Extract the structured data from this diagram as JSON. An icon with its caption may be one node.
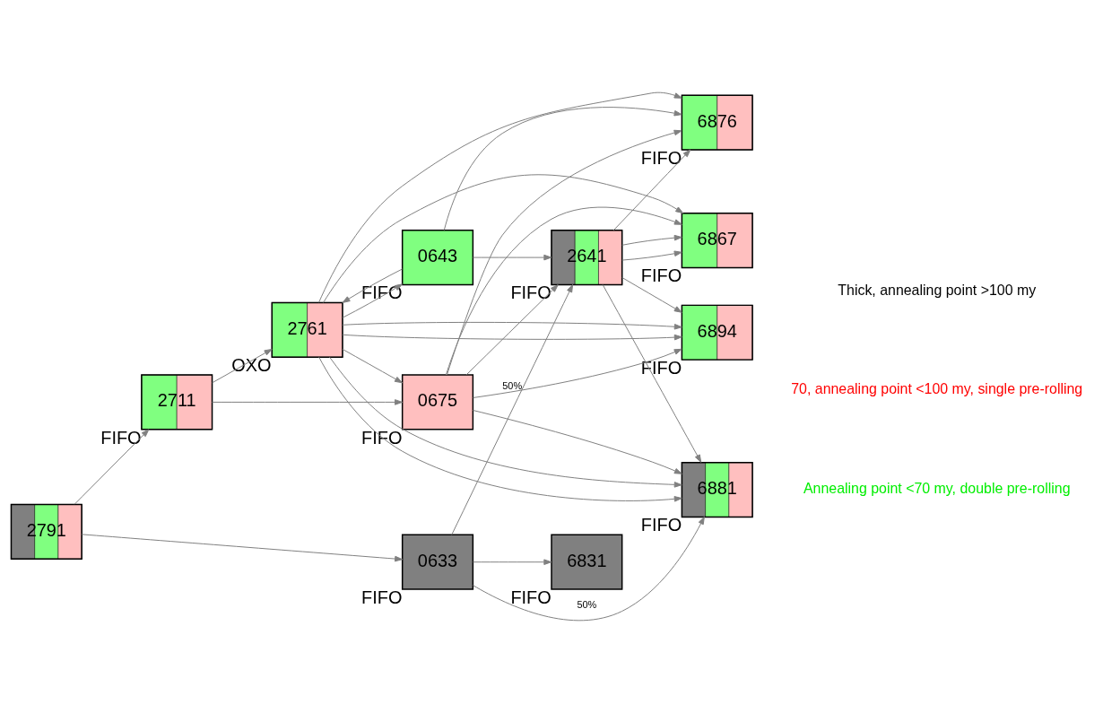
{
  "diagram": {
    "nodes": [
      {
        "text": [
          "0675"
        ],
        "beside": [
          "FIFO"
        ]
      },
      {
        "text": [
          "6894"
        ],
        "beside": [
          "FIFO"
        ]
      },
      {
        "text": [
          "6881"
        ],
        "beside": [
          "FIFO"
        ]
      },
      {
        "text": [
          "2791"
        ]
      },
      {
        "text": [
          "0633"
        ],
        "beside": [
          "FIFO"
        ]
      },
      {
        "text": [
          "2641"
        ],
        "beside": [
          "FIFO"
        ]
      },
      {
        "text": [
          "6867"
        ],
        "beside": [
          "FIFO"
        ]
      },
      {
        "text": [
          "0643"
        ],
        "beside": [
          "FIFO"
        ]
      },
      {
        "text": [
          "6876"
        ],
        "beside": [
          "FIFO"
        ]
      },
      {
        "text": [
          "2711"
        ],
        "beside": [
          "FIFO"
        ]
      },
      {
        "text": [
          "2761"
        ],
        "beside": [
          "OXO"
        ]
      },
      {
        "text": [
          "6831"
        ],
        "beside": [
          "FIFO"
        ]
      }
    ],
    "edges": [
      {
        "from": 3,
        "to": 4,
        "arrow": "to"
      },
      {
        "from": 3,
        "to": 9,
        "arrow": "to"
      },
      {
        "from": 9,
        "to": 0,
        "arrow": "to"
      },
      {
        "from": 10,
        "to": 0,
        "arrow": "to"
      },
      {
        "from": 7,
        "to": 10,
        "arrow": "to"
      },
      {
        "from": 9,
        "to": 10,
        "arrow": "to"
      },
      {
        "from": 10,
        "to": 7,
        "arrow": "to"
      },
      {
        "from": 0,
        "to": 5,
        "arrow": "to"
      },
      {
        "from": 4,
        "to": 5,
        "arrow": "to",
        "label": "50%"
      },
      {
        "from": 7,
        "to": 5,
        "arrow": "to"
      },
      {
        "from": 4,
        "to": 2,
        "arrow": "to",
        "label": "50%"
      },
      {
        "from": 4,
        "to": 11,
        "arrow": "to"
      },
      {
        "from": 7,
        "to": 8,
        "arrow": "to"
      },
      {
        "from": 5,
        "to": 6,
        "arrow": "to"
      },
      {
        "from": 10,
        "to": 1,
        "arrow": "to"
      },
      {
        "from": 10,
        "to": 2,
        "arrow": "to"
      },
      {
        "from": 0,
        "to": 1,
        "arrow": "to"
      },
      {
        "from": 0,
        "to": 2,
        "arrow": "to"
      },
      {
        "from": 0,
        "to": 6,
        "arrow": "to"
      },
      {
        "from": 0,
        "to": 8,
        "arrow": "to"
      },
      {
        "from": 5,
        "to": 1,
        "arrow": "to"
      },
      {
        "from": 5,
        "to": 2,
        "arrow": "to"
      },
      {
        "from": 5,
        "to": 6,
        "arrow": "to"
      },
      {
        "from": 5,
        "to": 8,
        "arrow": "to"
      },
      {
        "from": 10,
        "to": 1,
        "arrow": "to"
      },
      {
        "from": 10,
        "to": 2,
        "arrow": "to"
      },
      {
        "from": 10,
        "to": 6,
        "arrow": "to"
      },
      {
        "from": 10,
        "to": 8,
        "arrow": "to"
      }
    ],
    "legend": [
      {
        "text": "Thick, annealing point >100 my",
        "color": "#000000"
      },
      {
        "text": "70, annealing point <100 my, single pre-rolling",
        "color": "#ff0000"
      },
      {
        "text": "Annealing point <70 my, double pre-rolling",
        "color": "#00ee00"
      }
    ]
  }
}
